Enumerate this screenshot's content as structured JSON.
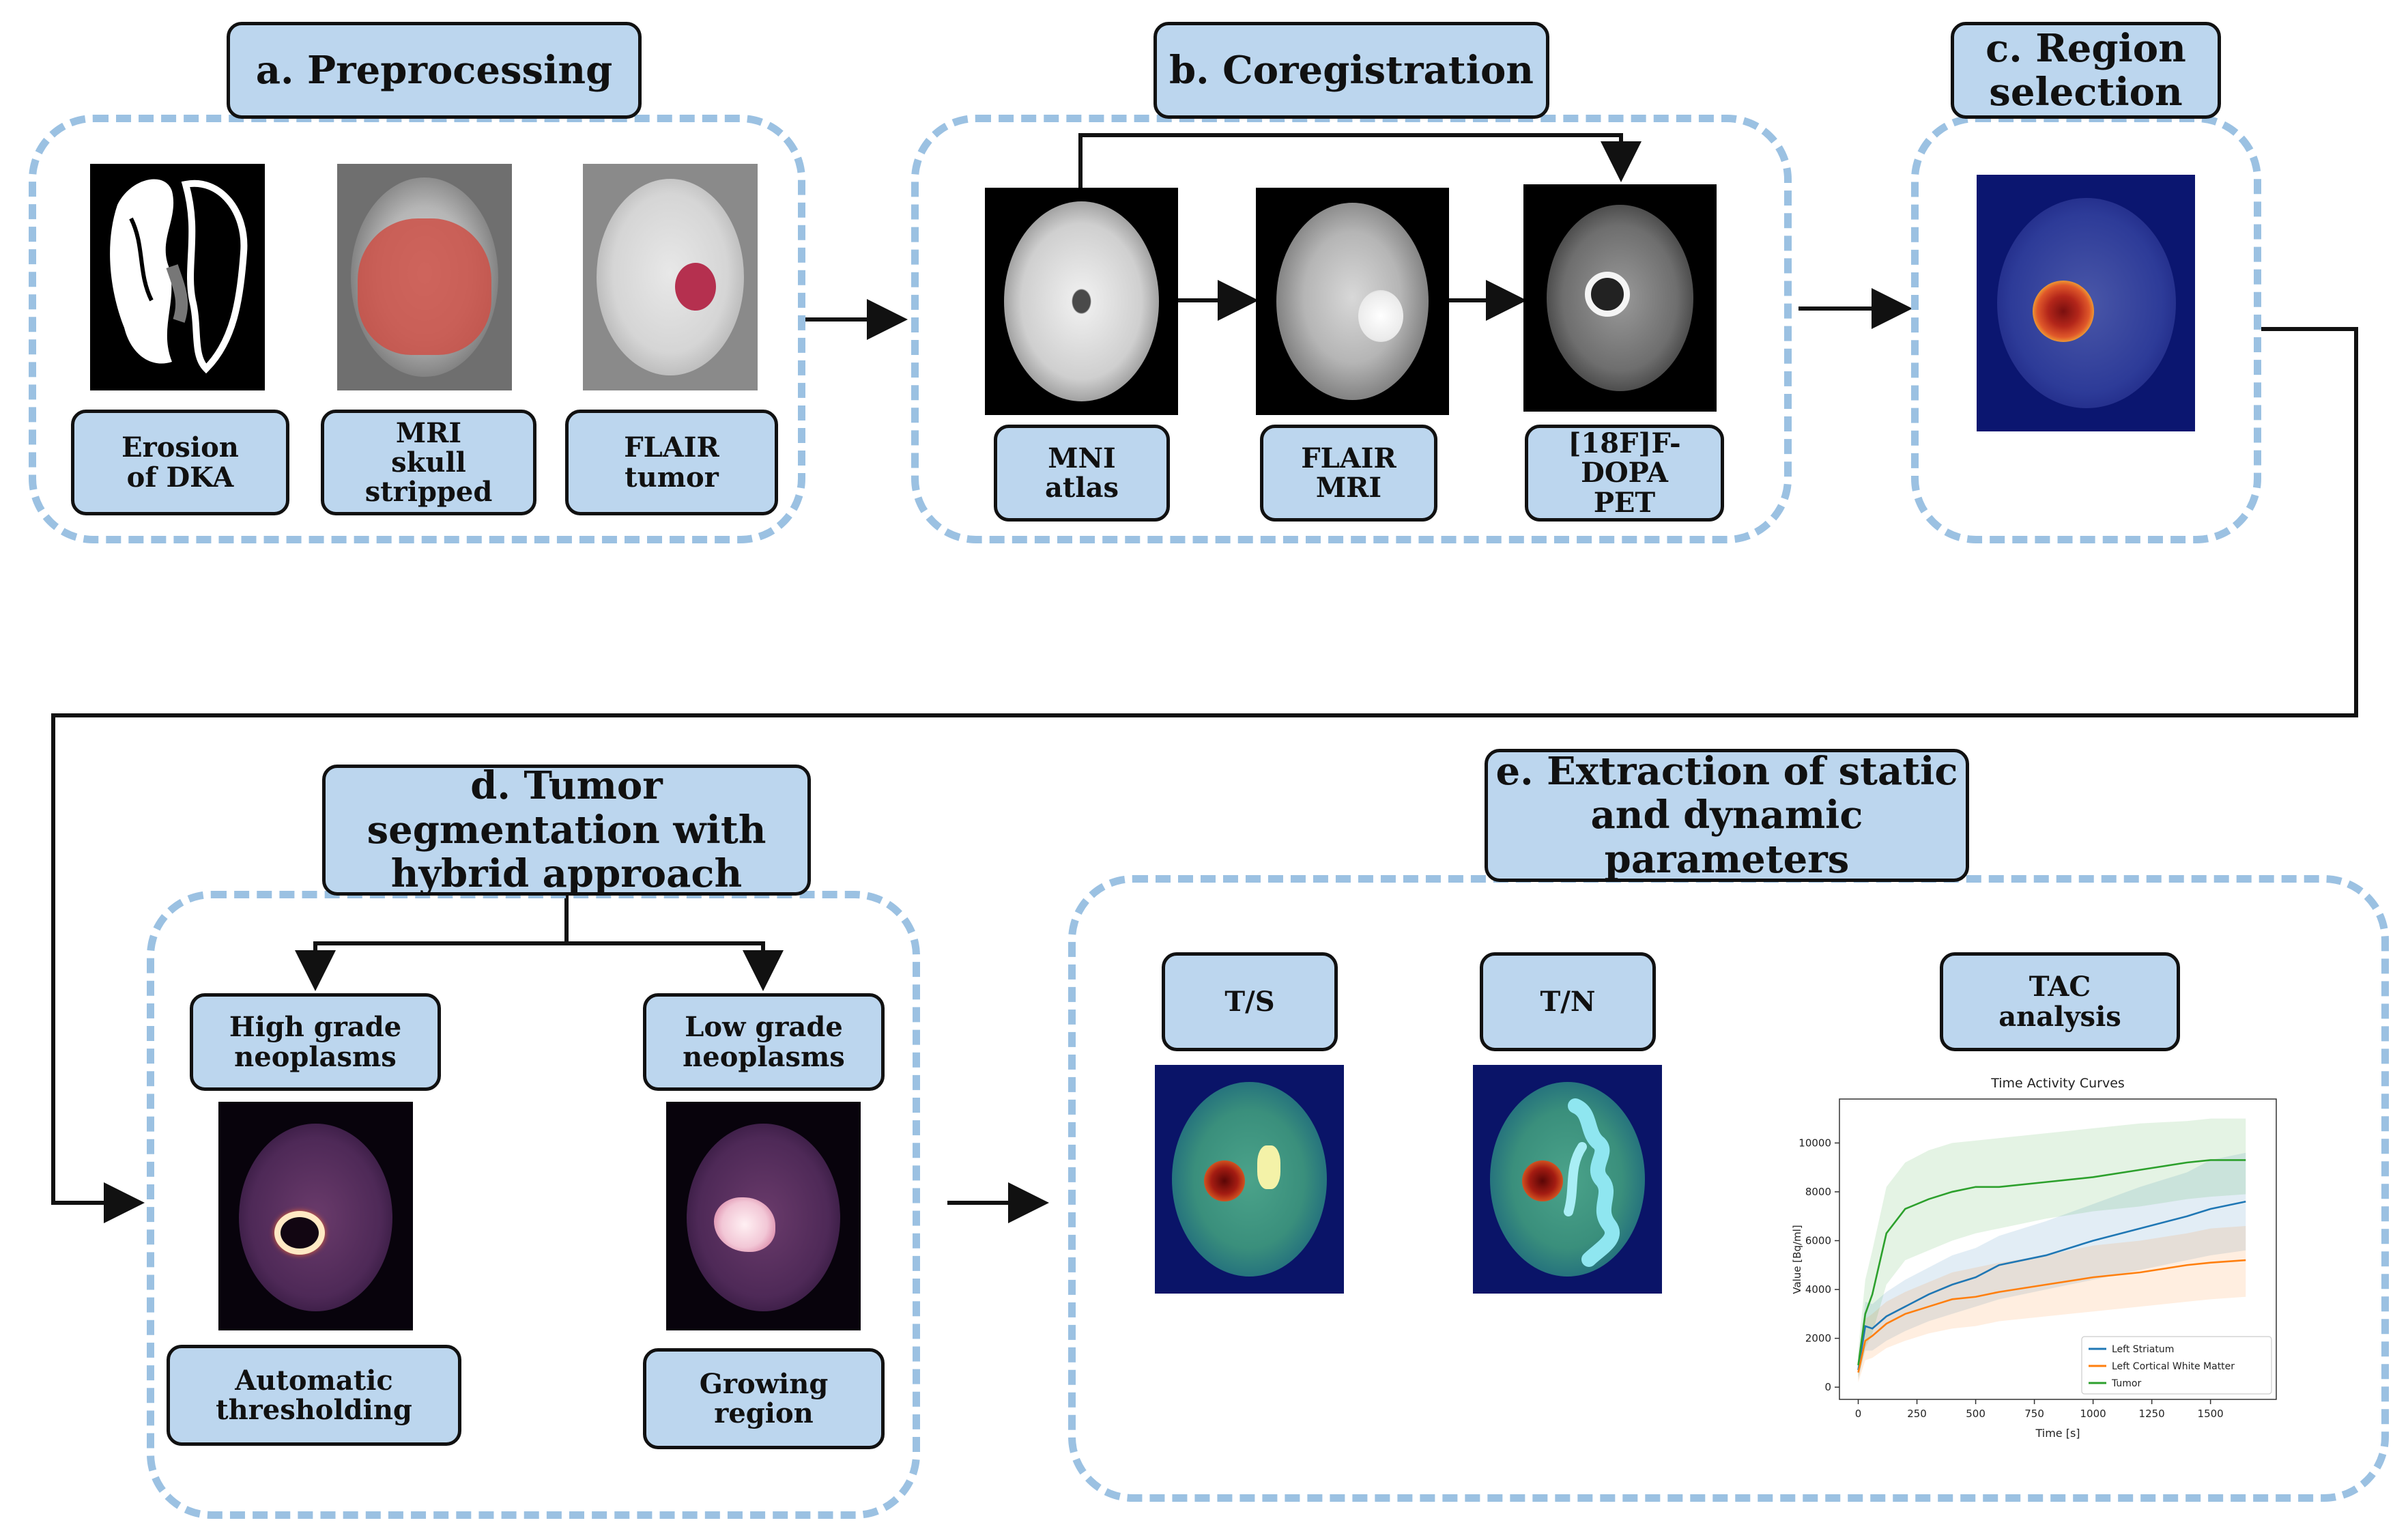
{
  "colors": {
    "panel_border": "#9bc1e2",
    "box_fill": "#bcd6ee",
    "arrow": "#111111"
  },
  "panels": {
    "a": {
      "title": "a. Preprocessing",
      "items": [
        "Erosion\nof DKA",
        "MRI\nskull\nstripped",
        "FLAIR\ntumor"
      ]
    },
    "b": {
      "title": "b. Coregistration",
      "items": [
        "MNI\natlas",
        "FLAIR\nMRI",
        "[18F]F-\nDOPA\nPET"
      ]
    },
    "c": {
      "title": "c. Region\nselection"
    },
    "d": {
      "title": "d. Tumor\nsegmentation with\nhybrid approach",
      "branches": [
        "High grade\nneoplasms",
        "Low grade\nneoplasms"
      ],
      "methods": [
        "Automatic\nthresholding",
        "Growing\nregion"
      ]
    },
    "e": {
      "title": "e. Extraction of static\nand dynamic\nparameters",
      "items": [
        "T/S",
        "T/N",
        "TAC\nanalysis"
      ]
    }
  },
  "chart_data": {
    "type": "line",
    "title": "Time Activity Curves",
    "xlabel": "Time [s]",
    "ylabel": "Value [Bq/ml]",
    "xlim": [
      -80,
      1780
    ],
    "ylim": [
      -500,
      11800
    ],
    "xticks": [
      0,
      250,
      500,
      750,
      1000,
      1250,
      1500
    ],
    "yticks": [
      0,
      2000,
      4000,
      6000,
      8000,
      10000
    ],
    "legend_position": "lower right",
    "x": [
      0,
      30,
      60,
      120,
      200,
      300,
      400,
      500,
      600,
      800,
      1000,
      1200,
      1400,
      1500,
      1650
    ],
    "series": [
      {
        "name": "Left Striatum",
        "color": "#1f77b4",
        "values": [
          700,
          2500,
          2400,
          2900,
          3300,
          3800,
          4200,
          4500,
          5000,
          5400,
          6000,
          6500,
          7000,
          7300,
          7600
        ],
        "lower": [
          300,
          1500,
          1500,
          1900,
          2300,
          2700,
          3000,
          3300,
          3600,
          4000,
          4400,
          4800,
          5200,
          5400,
          5600
        ],
        "upper": [
          1200,
          3500,
          3400,
          3900,
          4400,
          4900,
          5400,
          5700,
          6200,
          6800,
          7500,
          8200,
          8800,
          9300,
          9600
        ]
      },
      {
        "name": "Left Cortical White Matter",
        "color": "#ff7f0e",
        "values": [
          600,
          1900,
          2100,
          2600,
          3000,
          3300,
          3600,
          3700,
          3900,
          4200,
          4500,
          4700,
          5000,
          5100,
          5200
        ],
        "lower": [
          200,
          1100,
          1200,
          1600,
          1900,
          2200,
          2400,
          2500,
          2700,
          2900,
          3100,
          3300,
          3500,
          3600,
          3700
        ],
        "upper": [
          1000,
          2800,
          3000,
          3500,
          3900,
          4300,
          4700,
          4900,
          5100,
          5400,
          5800,
          6000,
          6300,
          6500,
          6600
        ]
      },
      {
        "name": "Tumor",
        "color": "#2ca02c",
        "values": [
          900,
          3000,
          3800,
          6300,
          7300,
          7700,
          8000,
          8200,
          8200,
          8400,
          8600,
          8900,
          9200,
          9300,
          9300
        ],
        "lower": [
          400,
          1600,
          2200,
          4200,
          5200,
          5600,
          6000,
          6300,
          6500,
          6900,
          7200,
          7400,
          7700,
          7800,
          7900
        ],
        "upper": [
          1500,
          4400,
          5600,
          8200,
          9200,
          9700,
          10000,
          10100,
          10200,
          10400,
          10600,
          10800,
          10900,
          11000,
          11000
        ]
      }
    ]
  }
}
